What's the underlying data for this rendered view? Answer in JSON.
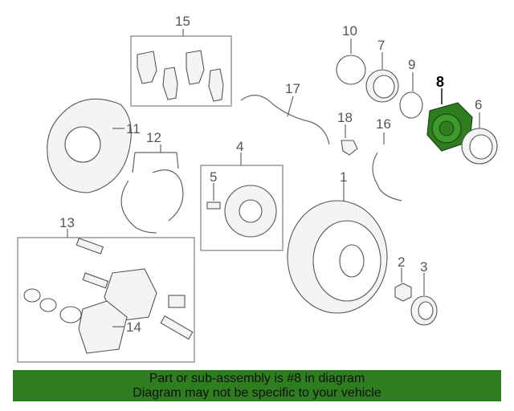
{
  "callouts": {
    "c1": "1",
    "c2": "2",
    "c3": "3",
    "c4": "4",
    "c5": "5",
    "c6": "6",
    "c7": "7",
    "c8": "8",
    "c9": "9",
    "c10": "10",
    "c11": "11",
    "c12": "12",
    "c13": "13",
    "c14": "14",
    "c15": "15",
    "c16": "16",
    "c17": "17",
    "c18": "18"
  },
  "highlighted_part": "8",
  "colors": {
    "banner": "#2e7d1f",
    "highlight_part": "#2e7d1f"
  },
  "banner": {
    "line1": "Part or sub-assembly is #8 in diagram",
    "line2": "Diagram may not be specific to your vehicle"
  }
}
